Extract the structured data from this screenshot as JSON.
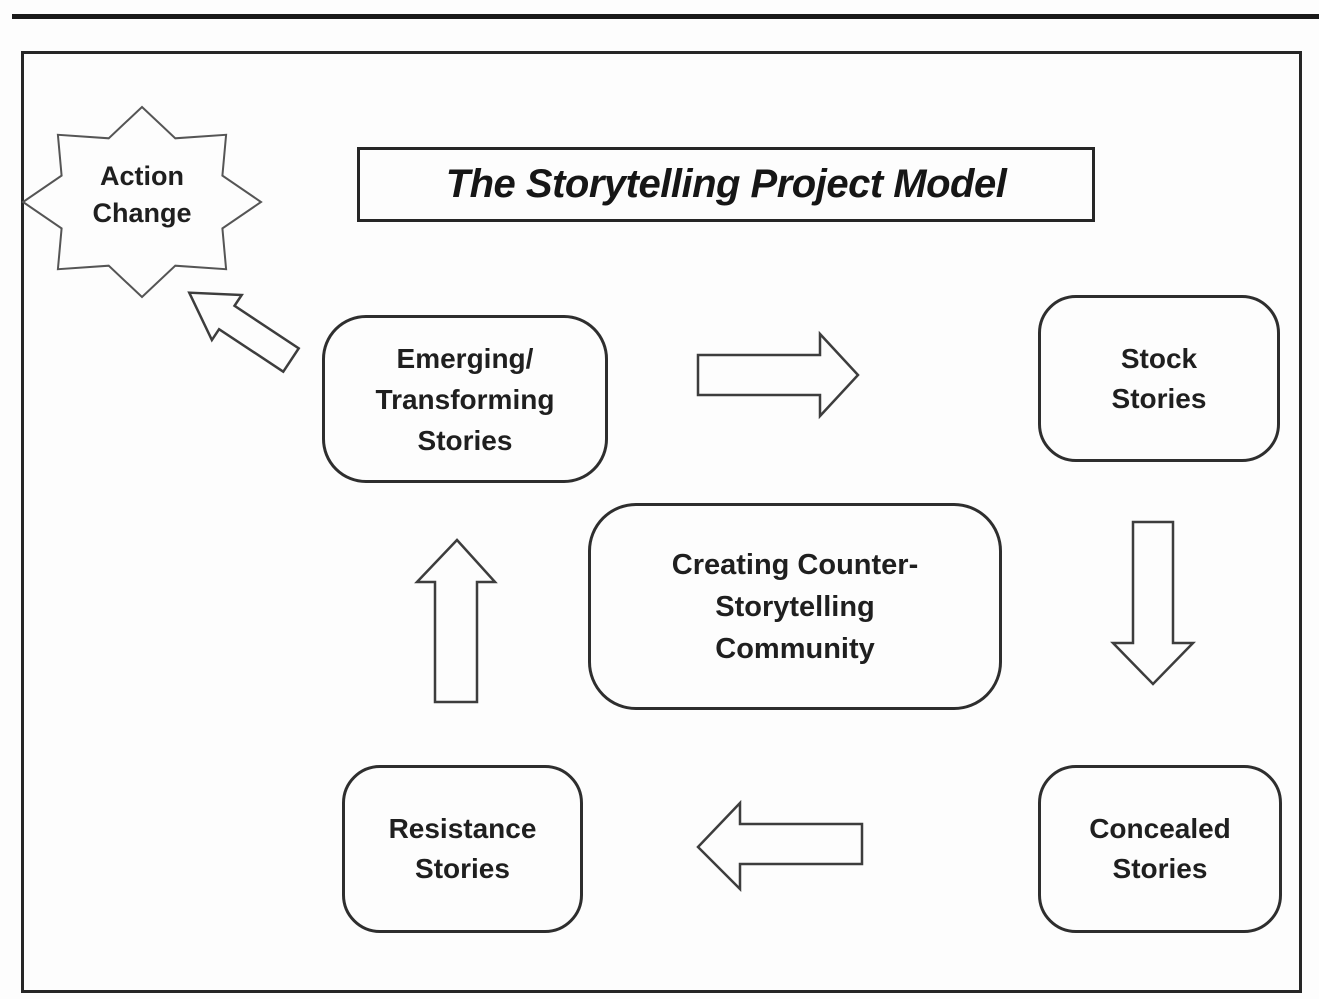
{
  "page": {
    "background": "#fdfdfd",
    "ink": "#262626"
  },
  "diagram": {
    "title": "The Storytelling Project Model",
    "nodes": {
      "action_change": {
        "shape": "8-point-star",
        "lines": [
          "Action",
          "Change"
        ]
      },
      "emerging": {
        "shape": "rounded-rect",
        "lines": [
          "Emerging/",
          "Transforming",
          "Stories"
        ]
      },
      "stock": {
        "shape": "rounded-rect",
        "lines": [
          "Stock",
          "Stories"
        ]
      },
      "counter_storytelling": {
        "shape": "rounded-rect",
        "lines": [
          "Creating Counter-",
          "Storytelling",
          "Community"
        ]
      },
      "concealed": {
        "shape": "rounded-rect",
        "lines": [
          "Concealed",
          "Stories"
        ]
      },
      "resistance": {
        "shape": "rounded-rect",
        "lines": [
          "Resistance",
          "Stories"
        ]
      }
    },
    "arrows": [
      {
        "name": "emerging-to-action-change",
        "direction": "up-left"
      },
      {
        "name": "emerging-to-stock",
        "direction": "right"
      },
      {
        "name": "stock-to-concealed",
        "direction": "down"
      },
      {
        "name": "concealed-to-resistance",
        "direction": "left"
      },
      {
        "name": "resistance-to-emerging",
        "direction": "up"
      }
    ]
  }
}
